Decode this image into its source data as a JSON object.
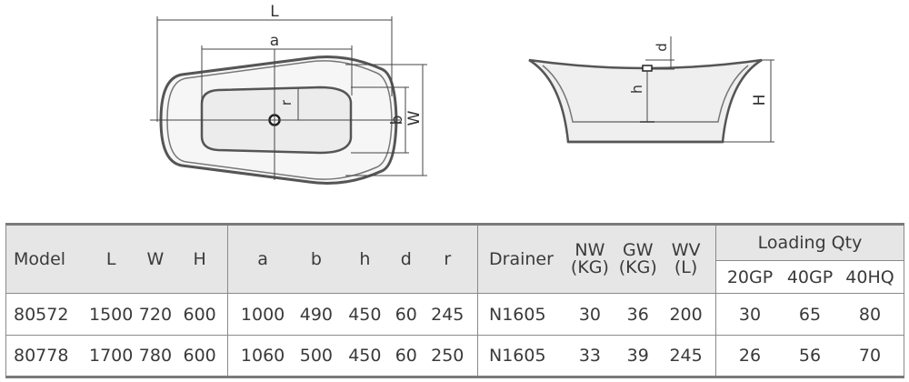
{
  "drawings": {
    "top_view": {
      "labels": {
        "L": "L",
        "a": "a",
        "r": "r",
        "b": "b",
        "W": "W"
      }
    },
    "side_view": {
      "labels": {
        "d": "d",
        "h": "h",
        "H": "H"
      }
    }
  },
  "table": {
    "headers": {
      "model": "Model",
      "L": "L",
      "W": "W",
      "H": "H",
      "a": "a",
      "b": "b",
      "h": "h",
      "d": "d",
      "r": "r",
      "drainer": "Drainer",
      "nw": "NW",
      "nw_unit": "(KG)",
      "gw": "GW",
      "gw_unit": "(KG)",
      "wv": "WV",
      "wv_unit": "(L)",
      "loading_qty": "Loading Qty",
      "gp20": "20GP",
      "gp40": "40GP",
      "hq40": "40HQ"
    },
    "rows": [
      {
        "model": "80572",
        "L": "1500",
        "W": "720",
        "H": "600",
        "a": "1000",
        "b": "490",
        "h": "450",
        "d": "60",
        "r": "245",
        "drainer": "N1605",
        "nw": "30",
        "gw": "36",
        "wv": "200",
        "gp20": "30",
        "gp40": "65",
        "hq40": "80"
      },
      {
        "model": "80778",
        "L": "1700",
        "W": "780",
        "H": "600",
        "a": "1060",
        "b": "500",
        "h": "450",
        "d": "60",
        "r": "250",
        "drainer": "N1605",
        "nw": "33",
        "gw": "39",
        "wv": "245",
        "gp20": "26",
        "gp40": "56",
        "hq40": "70"
      }
    ]
  }
}
